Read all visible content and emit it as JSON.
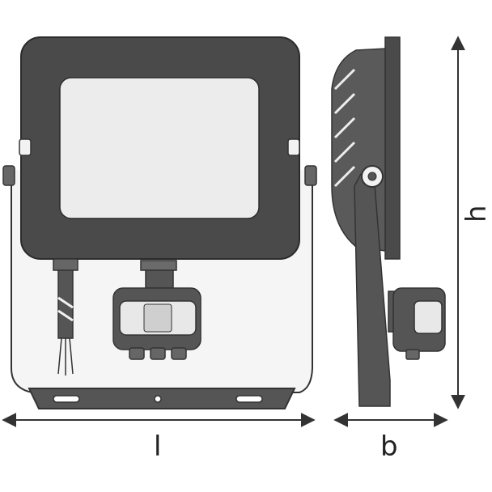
{
  "dimensions": {
    "length_label": "l",
    "width_label": "b",
    "height_label": "h"
  },
  "colors": {
    "body_dark": "#4a4a4a",
    "body_mid": "#6b6b6b",
    "lens": "#ececec",
    "outline": "#333333",
    "bracket_fill": "#f4f4f4"
  }
}
